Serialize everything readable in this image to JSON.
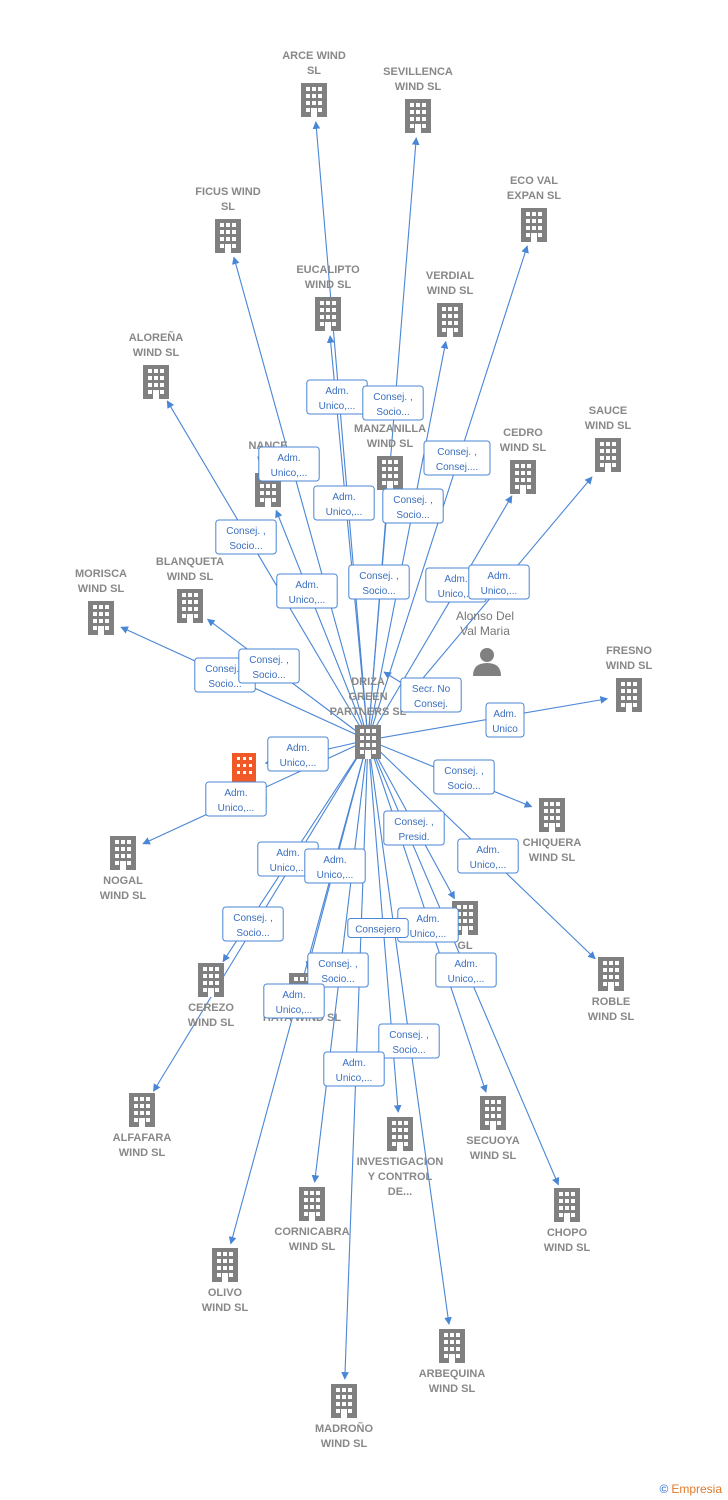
{
  "center": {
    "id": "driza",
    "lines": [
      "DRIZA",
      "GREEN",
      "PARTNERS  SL"
    ]
  },
  "person": {
    "lines": [
      "Alonso Del",
      "Val Maria"
    ]
  },
  "footer": {
    "copyright": "©",
    "brand": "Empresia"
  },
  "colors": {
    "edge": "#4a86d6",
    "node": "#808080",
    "highlight": "#f05a28"
  },
  "nodes": [
    {
      "id": "arce",
      "lines": [
        "ARCE WIND",
        "SL"
      ]
    },
    {
      "id": "sevillenca",
      "lines": [
        "SEVILLENCA",
        "WIND  SL"
      ]
    },
    {
      "id": "ecoval",
      "lines": [
        "ECO VAL",
        "EXPAN  SL"
      ]
    },
    {
      "id": "ficus",
      "lines": [
        "FICUS WIND",
        "SL"
      ]
    },
    {
      "id": "eucalipto",
      "lines": [
        "EUCALIPTO",
        "WIND  SL"
      ]
    },
    {
      "id": "verdial",
      "lines": [
        "VERDIAL",
        "WIND  SL"
      ]
    },
    {
      "id": "alorena",
      "lines": [
        "ALOREÑA",
        "WIND  SL"
      ]
    },
    {
      "id": "manzanilla",
      "lines": [
        "MANZANILLA",
        "WIND  SL"
      ]
    },
    {
      "id": "cedro",
      "lines": [
        "CEDRO",
        "WIND  SL"
      ]
    },
    {
      "id": "sauce",
      "lines": [
        "SAUCE",
        "WIND  SL"
      ]
    },
    {
      "id": "nance",
      "lines": [
        "NANCE",
        "WIN"
      ]
    },
    {
      "id": "morisca",
      "lines": [
        "MORISCA",
        "WIND  SL"
      ]
    },
    {
      "id": "blanqueta",
      "lines": [
        "BLANQUETA",
        "WIND  SL"
      ]
    },
    {
      "id": "fresno",
      "lines": [
        "FRESNO",
        "WIND  SL"
      ]
    },
    {
      "id": "orange",
      "lines": [
        "WIND  SL"
      ]
    },
    {
      "id": "nogal",
      "lines": [
        "NOGAL",
        "WIND  SL"
      ]
    },
    {
      "id": "chiquera",
      "lines": [
        "CHIQUERA",
        "WIND  SL"
      ]
    },
    {
      "id": "gl",
      "lines": [
        "GL",
        "L"
      ]
    },
    {
      "id": "roble",
      "lines": [
        "ROBLE",
        "WIND  SL"
      ]
    },
    {
      "id": "cerezo",
      "lines": [
        "CEREZO",
        "WIND  SL"
      ]
    },
    {
      "id": "haya",
      "lines": [
        "HAYA WIND  SL"
      ]
    },
    {
      "id": "alfafara",
      "lines": [
        "ALFAFARA",
        "WIND  SL"
      ]
    },
    {
      "id": "secuoya",
      "lines": [
        "SECUOYA",
        "WIND  SL"
      ]
    },
    {
      "id": "investigacion",
      "lines": [
        "INVESTIGACION",
        "Y CONTROL",
        "DE..."
      ]
    },
    {
      "id": "cornicabra",
      "lines": [
        "CORNICABRA",
        "WIND  SL"
      ]
    },
    {
      "id": "chopo",
      "lines": [
        "CHOPO",
        "WIND  SL"
      ]
    },
    {
      "id": "olivo",
      "lines": [
        "OLIVO",
        "WIND  SL"
      ]
    },
    {
      "id": "arbequina",
      "lines": [
        "ARBEQUINA",
        "WIND  SL"
      ]
    },
    {
      "id": "madrono",
      "lines": [
        "MADROÑO",
        "WIND  SL"
      ]
    }
  ],
  "edges": [
    {
      "to": "arce",
      "label": [
        "Adm.",
        "Unico,..."
      ]
    },
    {
      "to": "sevillenca",
      "label": [
        "Consej. ,",
        "Socio..."
      ]
    },
    {
      "to": "ecoval",
      "label": [
        "Consej. ,",
        "Consej...."
      ]
    },
    {
      "to": "ficus",
      "label": [
        "Adm.",
        "Unico,..."
      ]
    },
    {
      "to": "eucalipto",
      "label": [
        "Adm.",
        "Unico,..."
      ]
    },
    {
      "to": "verdial",
      "label": [
        "Consej. ,",
        "Socio..."
      ]
    },
    {
      "to": "alorena",
      "label": [
        "Consej. ,",
        "Socio..."
      ]
    },
    {
      "to": "manzanilla",
      "label": [
        "Consej. ,",
        "Socio..."
      ]
    },
    {
      "to": "cedro",
      "label": [
        "Adm.",
        "Unico,..."
      ]
    },
    {
      "to": "nance",
      "label": [
        "Adm.",
        "Unico,..."
      ]
    },
    {
      "to": "morisca",
      "label": [
        "Consej. ,",
        "Socio..."
      ]
    },
    {
      "to": "blanqueta",
      "label": [
        "Consej. ,",
        "Socio..."
      ]
    },
    {
      "to": "orange",
      "label": [
        "Adm.",
        "Unico,..."
      ]
    },
    {
      "to": "nogal",
      "label": [
        "Adm.",
        "Unico,..."
      ]
    },
    {
      "to": "fresno",
      "label": [
        "Adm.",
        "Unico"
      ]
    },
    {
      "to": "chiquera",
      "label": [
        "Consej. ,",
        "Socio..."
      ]
    },
    {
      "to": "roble",
      "label": [
        "Adm.",
        "Unico,..."
      ]
    },
    {
      "to": "gl",
      "label": [
        "Consej. ,",
        "Presid."
      ]
    },
    {
      "to": "cerezo",
      "label": [
        "Consej. ,",
        "Socio..."
      ]
    },
    {
      "to": "alfafara",
      "label": [
        "Adm.",
        "Unico,..."
      ]
    },
    {
      "to": "haya",
      "label": [
        "Adm.",
        "Unico,..."
      ]
    },
    {
      "to": "secuoya",
      "label": [
        "Adm.",
        "Unico,..."
      ]
    },
    {
      "to": "chopo",
      "label": [
        "Adm.",
        "Unico,..."
      ]
    },
    {
      "to": "investigacion",
      "label": [
        "Consejero"
      ]
    },
    {
      "to": "cornicabra",
      "label": [
        "Consej. ,",
        "Socio..."
      ]
    },
    {
      "to": "olivo",
      "label": [
        "Adm.",
        "Unico,..."
      ]
    },
    {
      "to": "arbequina",
      "label": [
        "Consej. ,",
        "Socio..."
      ]
    },
    {
      "to": "madrono",
      "label": [
        "Adm.",
        "Unico,..."
      ]
    }
  ],
  "person_edges": [
    {
      "to": "sauce",
      "label": [
        "Adm.",
        "Unico,..."
      ]
    },
    {
      "to": "driza",
      "label": [
        "Secr.  No",
        "Consej."
      ]
    }
  ]
}
